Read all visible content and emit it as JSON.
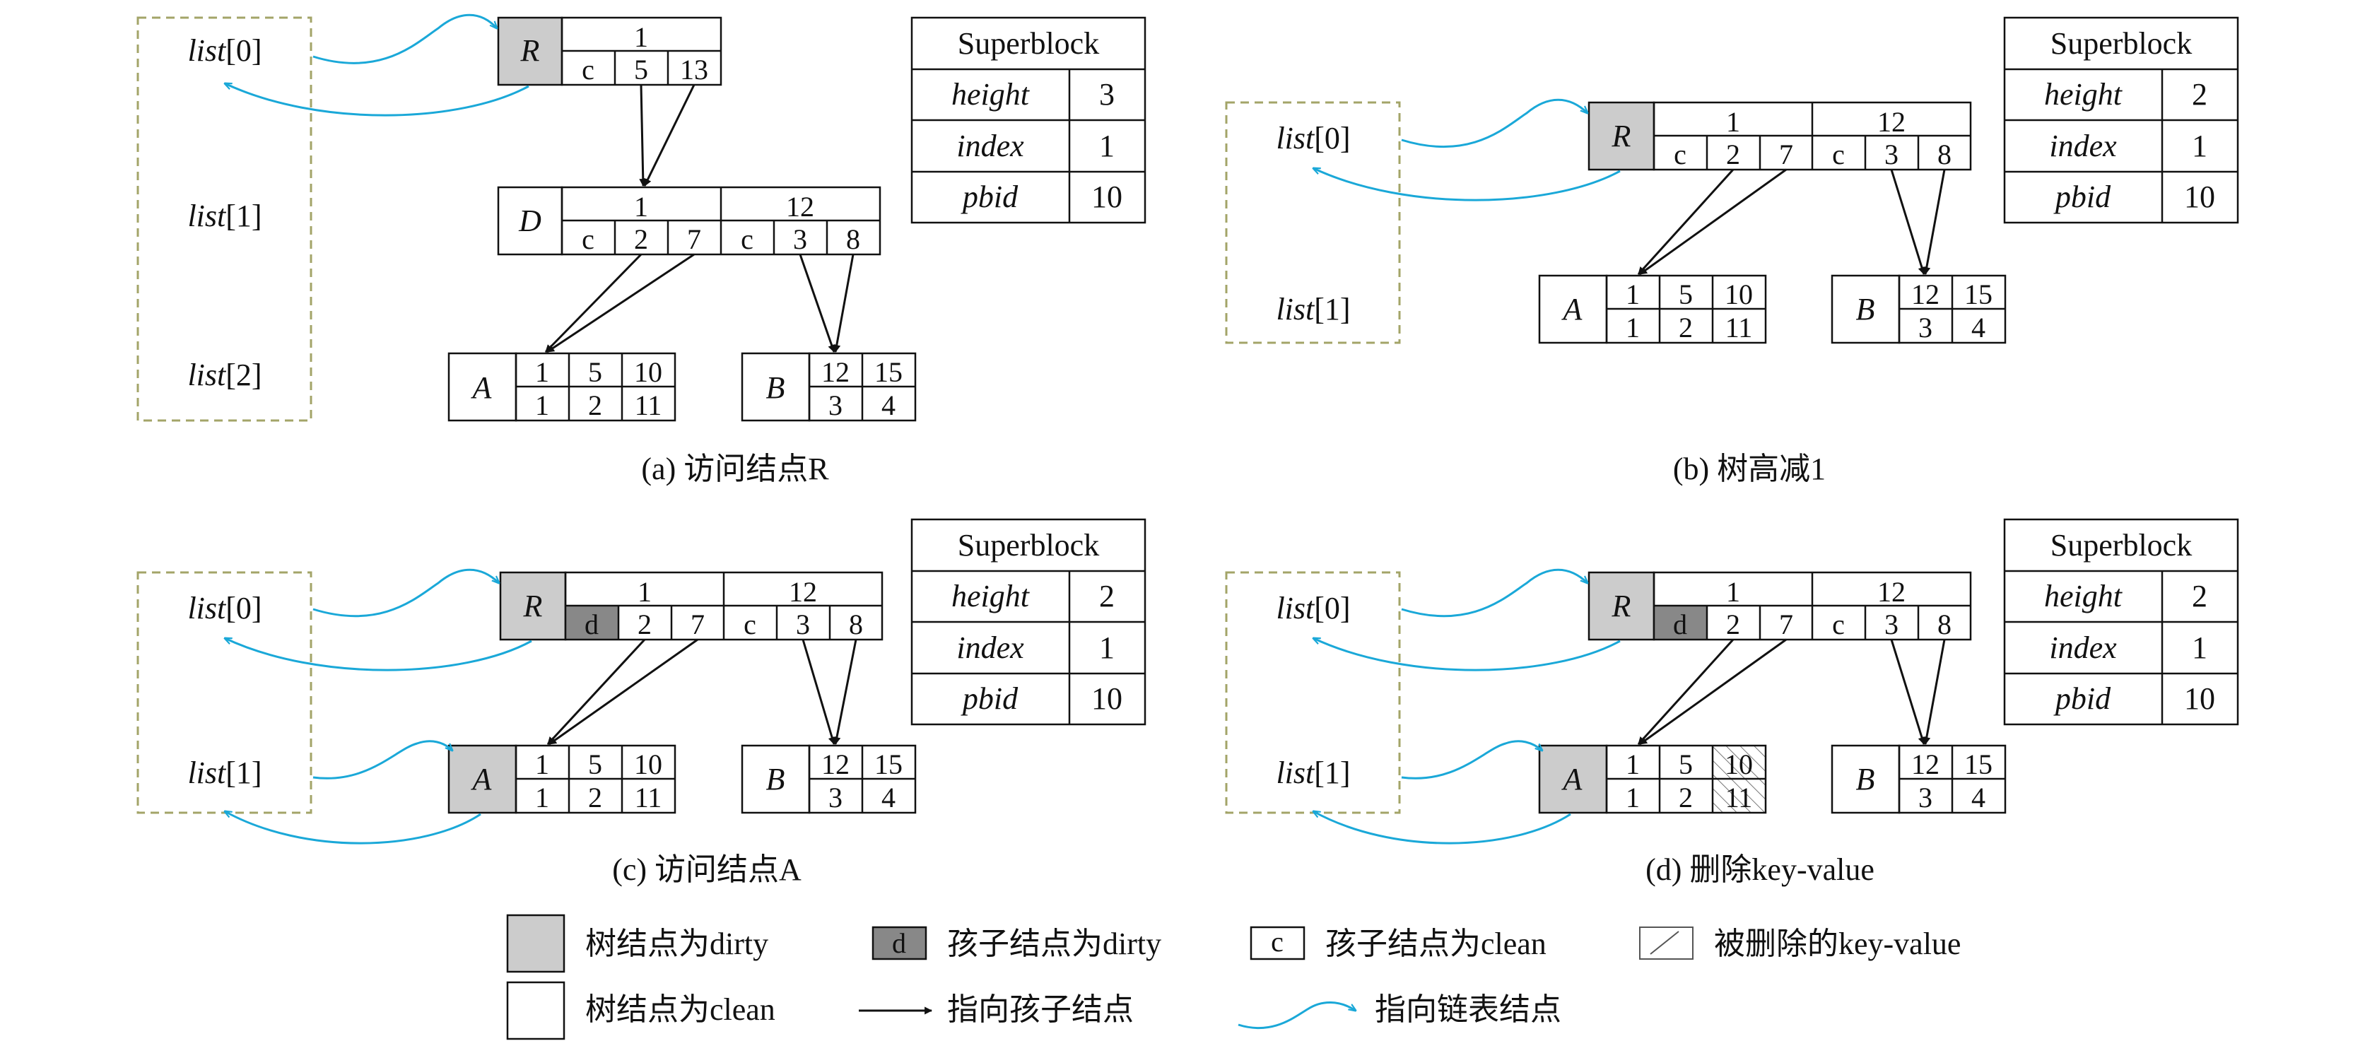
{
  "panels": [
    {
      "caption": "(a)  访问结点R",
      "list": [
        "list[0]",
        "list[1]",
        "list[2]"
      ],
      "superblock": {
        "title": "Superblock",
        "rows": [
          {
            "k": "height",
            "v": "3"
          },
          {
            "k": "index",
            "v": "1"
          },
          {
            "k": "pbid",
            "v": "10"
          }
        ]
      },
      "root": {
        "name": "R",
        "keys": [
          "1"
        ],
        "cells": [
          "c",
          "5",
          "13"
        ]
      },
      "internal": {
        "name": "D",
        "keys": [
          "1",
          "12"
        ],
        "cells": [
          "c",
          "2",
          "7",
          "c",
          "3",
          "8"
        ]
      },
      "leafA": {
        "name": "A",
        "top": [
          "1",
          "5",
          "10"
        ],
        "bottom": [
          "1",
          "2",
          "11"
        ]
      },
      "leafB": {
        "name": "B",
        "top": [
          "12",
          "15"
        ],
        "bottom": [
          "3",
          "4"
        ]
      }
    },
    {
      "caption": "(b)  树高减1",
      "list": [
        "list[0]",
        "list[1]"
      ],
      "superblock": {
        "title": "Superblock",
        "rows": [
          {
            "k": "height",
            "v": "2"
          },
          {
            "k": "index",
            "v": "1"
          },
          {
            "k": "pbid",
            "v": "10"
          }
        ]
      },
      "root": {
        "name": "R",
        "keys": [
          "1",
          "12"
        ],
        "cells": [
          "c",
          "2",
          "7",
          "c",
          "3",
          "8"
        ]
      },
      "leafA": {
        "name": "A",
        "top": [
          "1",
          "5",
          "10"
        ],
        "bottom": [
          "1",
          "2",
          "11"
        ]
      },
      "leafB": {
        "name": "B",
        "top": [
          "12",
          "15"
        ],
        "bottom": [
          "3",
          "4"
        ]
      }
    },
    {
      "caption": "(c)  访问结点A",
      "list": [
        "list[0]",
        "list[1]"
      ],
      "superblock": {
        "title": "Superblock",
        "rows": [
          {
            "k": "height",
            "v": "2"
          },
          {
            "k": "index",
            "v": "1"
          },
          {
            "k": "pbid",
            "v": "10"
          }
        ]
      },
      "root": {
        "name": "R",
        "keys": [
          "1",
          "12"
        ],
        "cells": [
          "d",
          "2",
          "7",
          "c",
          "3",
          "8"
        ]
      },
      "leafA": {
        "name": "A",
        "top": [
          "1",
          "5",
          "10"
        ],
        "bottom": [
          "1",
          "2",
          "11"
        ]
      },
      "leafB": {
        "name": "B",
        "top": [
          "12",
          "15"
        ],
        "bottom": [
          "3",
          "4"
        ]
      }
    },
    {
      "caption": "(d)  删除key-value",
      "list": [
        "list[0]",
        "list[1]"
      ],
      "superblock": {
        "title": "Superblock",
        "rows": [
          {
            "k": "height",
            "v": "2"
          },
          {
            "k": "index",
            "v": "1"
          },
          {
            "k": "pbid",
            "v": "10"
          }
        ]
      },
      "root": {
        "name": "R",
        "keys": [
          "1",
          "12"
        ],
        "cells": [
          "d",
          "2",
          "7",
          "c",
          "3",
          "8"
        ]
      },
      "leafA": {
        "name": "A",
        "top": [
          "1",
          "5",
          "10"
        ],
        "bottom": [
          "1",
          "2",
          "11"
        ]
      },
      "leafB": {
        "name": "B",
        "top": [
          "12",
          "15"
        ],
        "bottom": [
          "3",
          "4"
        ]
      }
    }
  ],
  "legend": {
    "dirty_node": "树结点为dirty",
    "dirty_child_symbol": "d",
    "dirty_child": "孩子结点为dirty",
    "clean_child_symbol": "c",
    "clean_child": "孩子结点为clean",
    "deleted_kv": "被删除的key-value",
    "clean_node": "树结点为clean",
    "child_pointer": "指向孩子结点",
    "list_pointer": "指向链表结点"
  },
  "colors": {
    "dirty_fill": "#cccccc",
    "dirty_child_fill": "#888888",
    "list_border": "#a3a468",
    "list_arrow": "#1aa8d8",
    "line": "#111111"
  }
}
